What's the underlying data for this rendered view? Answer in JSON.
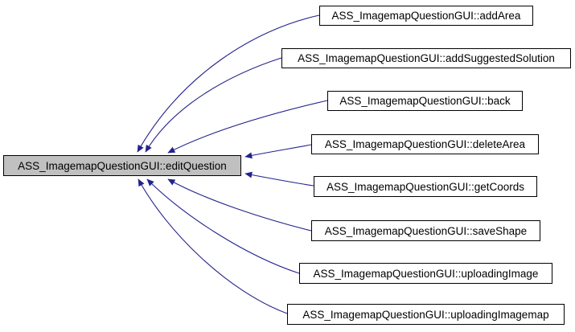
{
  "graph": {
    "type": "doxygen-caller-graph",
    "center": {
      "label": "ASS_ImagemapQuestionGUI::editQuestion"
    },
    "callers": [
      {
        "label": "ASS_ImagemapQuestionGUI::addArea"
      },
      {
        "label": "ASS_ImagemapQuestionGUI::addSuggestedSolution"
      },
      {
        "label": "ASS_ImagemapQuestionGUI::back"
      },
      {
        "label": "ASS_ImagemapQuestionGUI::deleteArea"
      },
      {
        "label": "ASS_ImagemapQuestionGUI::getCoords"
      },
      {
        "label": "ASS_ImagemapQuestionGUI::saveShape"
      },
      {
        "label": "ASS_ImagemapQuestionGUI::uploadingImage"
      },
      {
        "label": "ASS_ImagemapQuestionGUI::uploadingImagemap"
      }
    ],
    "edges": [
      {
        "from": "ASS_ImagemapQuestionGUI::addArea",
        "to": "ASS_ImagemapQuestionGUI::editQuestion"
      },
      {
        "from": "ASS_ImagemapQuestionGUI::addSuggestedSolution",
        "to": "ASS_ImagemapQuestionGUI::editQuestion"
      },
      {
        "from": "ASS_ImagemapQuestionGUI::back",
        "to": "ASS_ImagemapQuestionGUI::editQuestion"
      },
      {
        "from": "ASS_ImagemapQuestionGUI::deleteArea",
        "to": "ASS_ImagemapQuestionGUI::editQuestion"
      },
      {
        "from": "ASS_ImagemapQuestionGUI::getCoords",
        "to": "ASS_ImagemapQuestionGUI::editQuestion"
      },
      {
        "from": "ASS_ImagemapQuestionGUI::saveShape",
        "to": "ASS_ImagemapQuestionGUI::editQuestion"
      },
      {
        "from": "ASS_ImagemapQuestionGUI::uploadingImage",
        "to": "ASS_ImagemapQuestionGUI::editQuestion"
      },
      {
        "from": "ASS_ImagemapQuestionGUI::uploadingImagemap",
        "to": "ASS_ImagemapQuestionGUI::editQuestion"
      }
    ],
    "colors": {
      "edge": "#22228c",
      "center_fill": "#c0c0c0",
      "node_fill": "#ffffff",
      "border": "#000000"
    }
  }
}
